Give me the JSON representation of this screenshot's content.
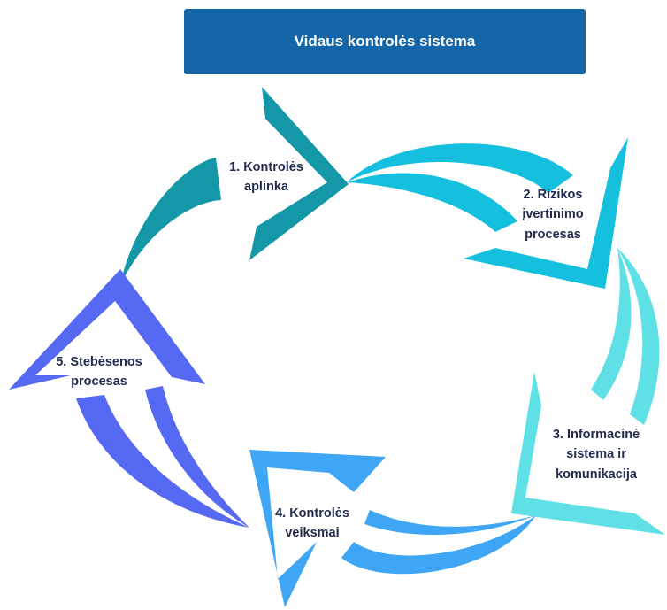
{
  "title": "Vidaus kontrolės sistema",
  "colors": {
    "title_bg": "#1566a8",
    "step1": "#1498a8",
    "step2": "#14c0dd",
    "step3": "#5ee0e6",
    "step4": "#3ea6f5",
    "step5": "#5669f2",
    "label_text": "#1f2a4d"
  },
  "steps": [
    {
      "label": "1. Kontrolės\naplinka"
    },
    {
      "label": "2. Rizikos\nįvertinimo\nprocesas"
    },
    {
      "label": "3. Informacinė\nsistema ir\nkomunikacija"
    },
    {
      "label": "4. Kontrolės\nveiksmai"
    },
    {
      "label": "5. Stebėsenos\nprocesas"
    }
  ]
}
